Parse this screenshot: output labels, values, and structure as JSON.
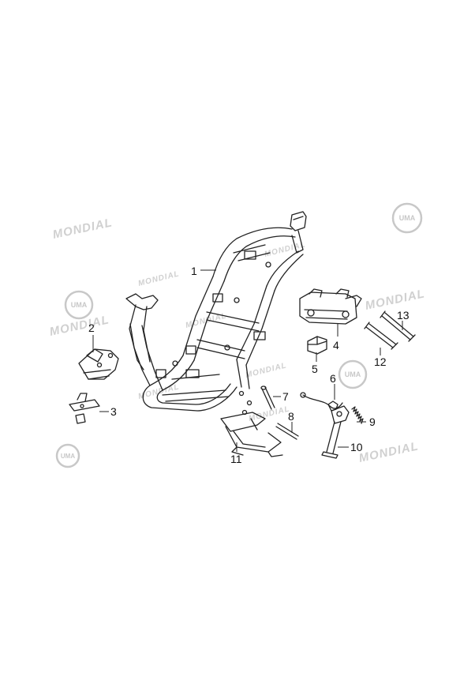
{
  "watermark_text": "MONDIAL",
  "logo_text": "UMA",
  "callouts": [
    "1",
    "2",
    "3",
    "4",
    "5",
    "6",
    "7",
    "8",
    "9",
    "10",
    "11",
    "12",
    "13"
  ],
  "colors": {
    "line": "#222222",
    "watermark": "#d0d0d0"
  }
}
